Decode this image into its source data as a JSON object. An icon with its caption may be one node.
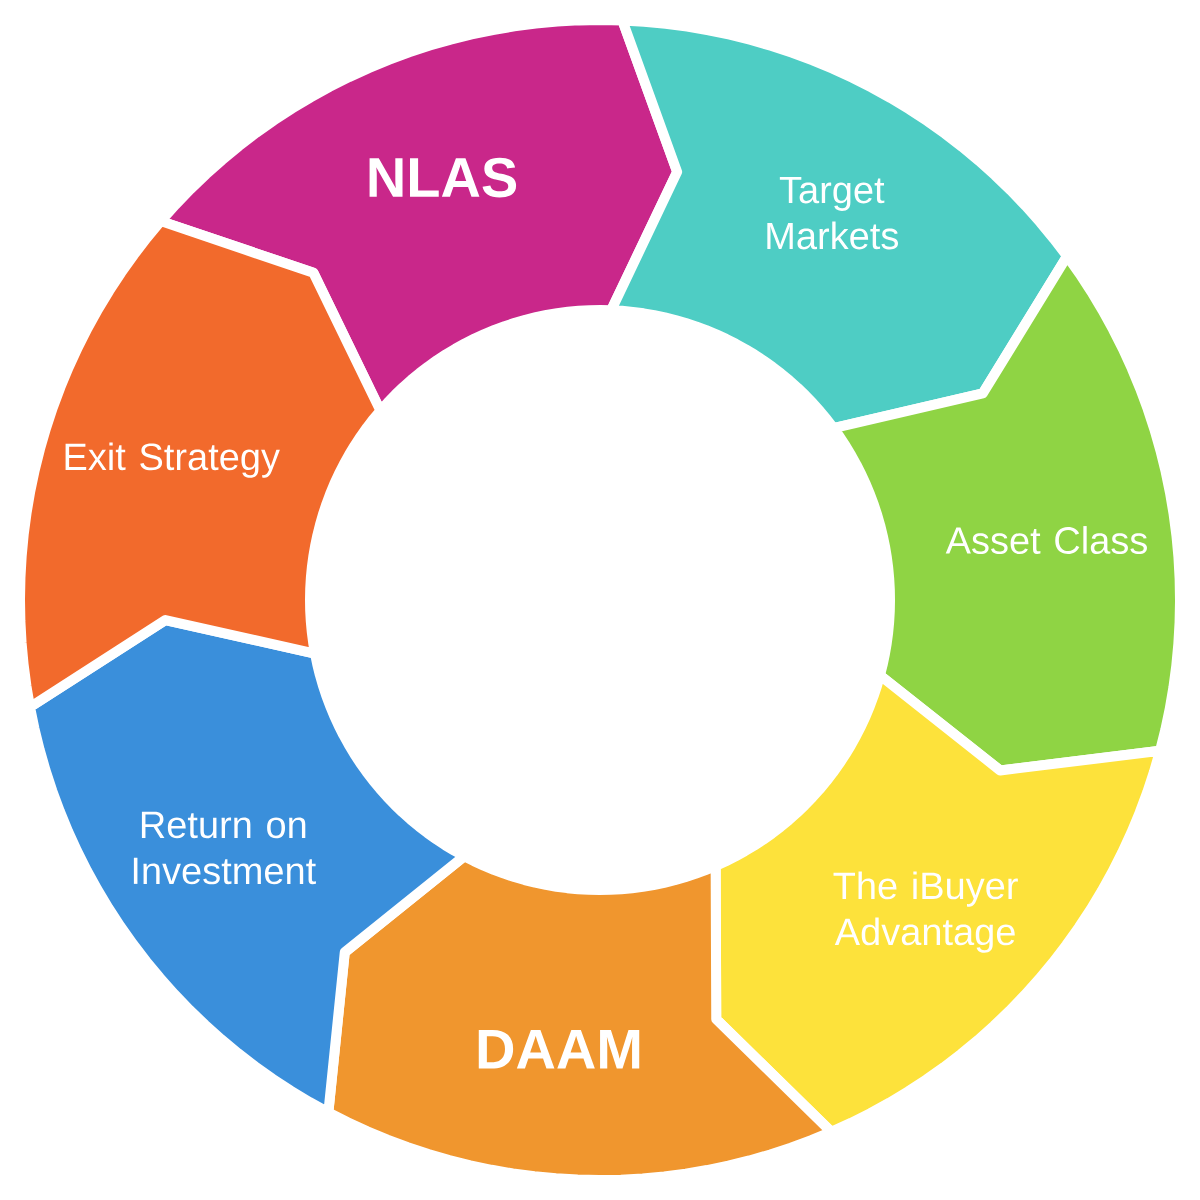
{
  "diagram": {
    "nodes": [
      {
        "text": [
          "NLAS"
        ]
      },
      {
        "text": [
          "Target Markets"
        ]
      },
      {
        "text": [
          "Asset Class"
        ]
      },
      {
        "text": [
          "The iBuyer Advantage"
        ]
      },
      {
        "text": [
          "DAAM"
        ]
      },
      {
        "text": [
          "Return on Investment"
        ]
      },
      {
        "text": [
          "Exit Strategy"
        ]
      }
    ]
  }
}
